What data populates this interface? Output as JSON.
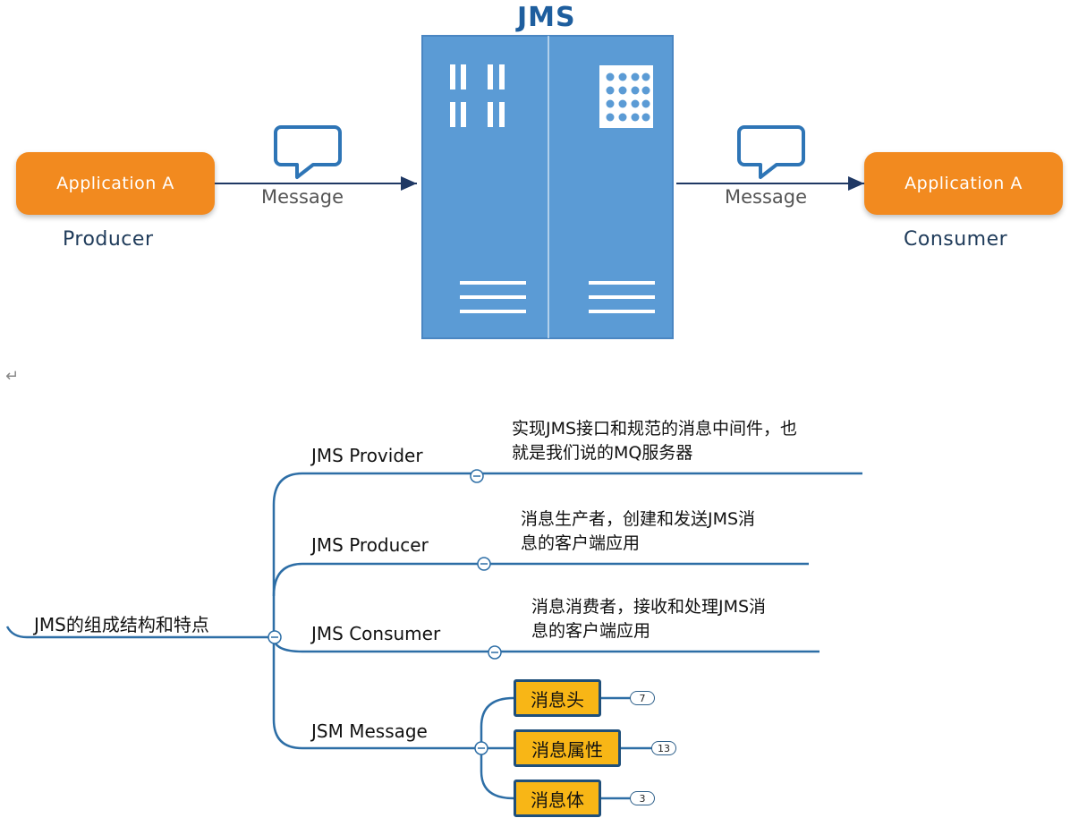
{
  "architecture": {
    "title": "JMS",
    "producer_app": "Application  A",
    "producer_role": "Producer",
    "consumer_app": "Application  A",
    "consumer_role": "Consumer",
    "message_left": "Message",
    "message_right": "Message",
    "colors": {
      "app": "#F28A1F",
      "server": "#5B9BD5",
      "arrow": "#1F3864"
    }
  },
  "return_mark": "↵",
  "mindmap": {
    "root": "JMS的组成结构和特点",
    "branches": [
      {
        "label": "JMS Provider",
        "desc_line1": "实现JMS接口和规范的消息中间件，也",
        "desc_line2": "就是我们说的MQ服务器"
      },
      {
        "label": "JMS Producer",
        "desc_line1": "消息生产者，创建和发送JMS消",
        "desc_line2": "息的客户端应用"
      },
      {
        "label": "JMS Consumer",
        "desc_line1": "消息消费者，接收和处理JMS消",
        "desc_line2": "息的客户端应用"
      },
      {
        "label": "JSM Message"
      }
    ],
    "message_parts": [
      {
        "label": "消息头",
        "count": "7"
      },
      {
        "label": "消息属性",
        "count": "13"
      },
      {
        "label": "消息体",
        "count": "3"
      }
    ],
    "colors": {
      "line": "#2D6EA6",
      "leaf": "#F8B616",
      "leaf_border": "#1F4F7A"
    }
  }
}
